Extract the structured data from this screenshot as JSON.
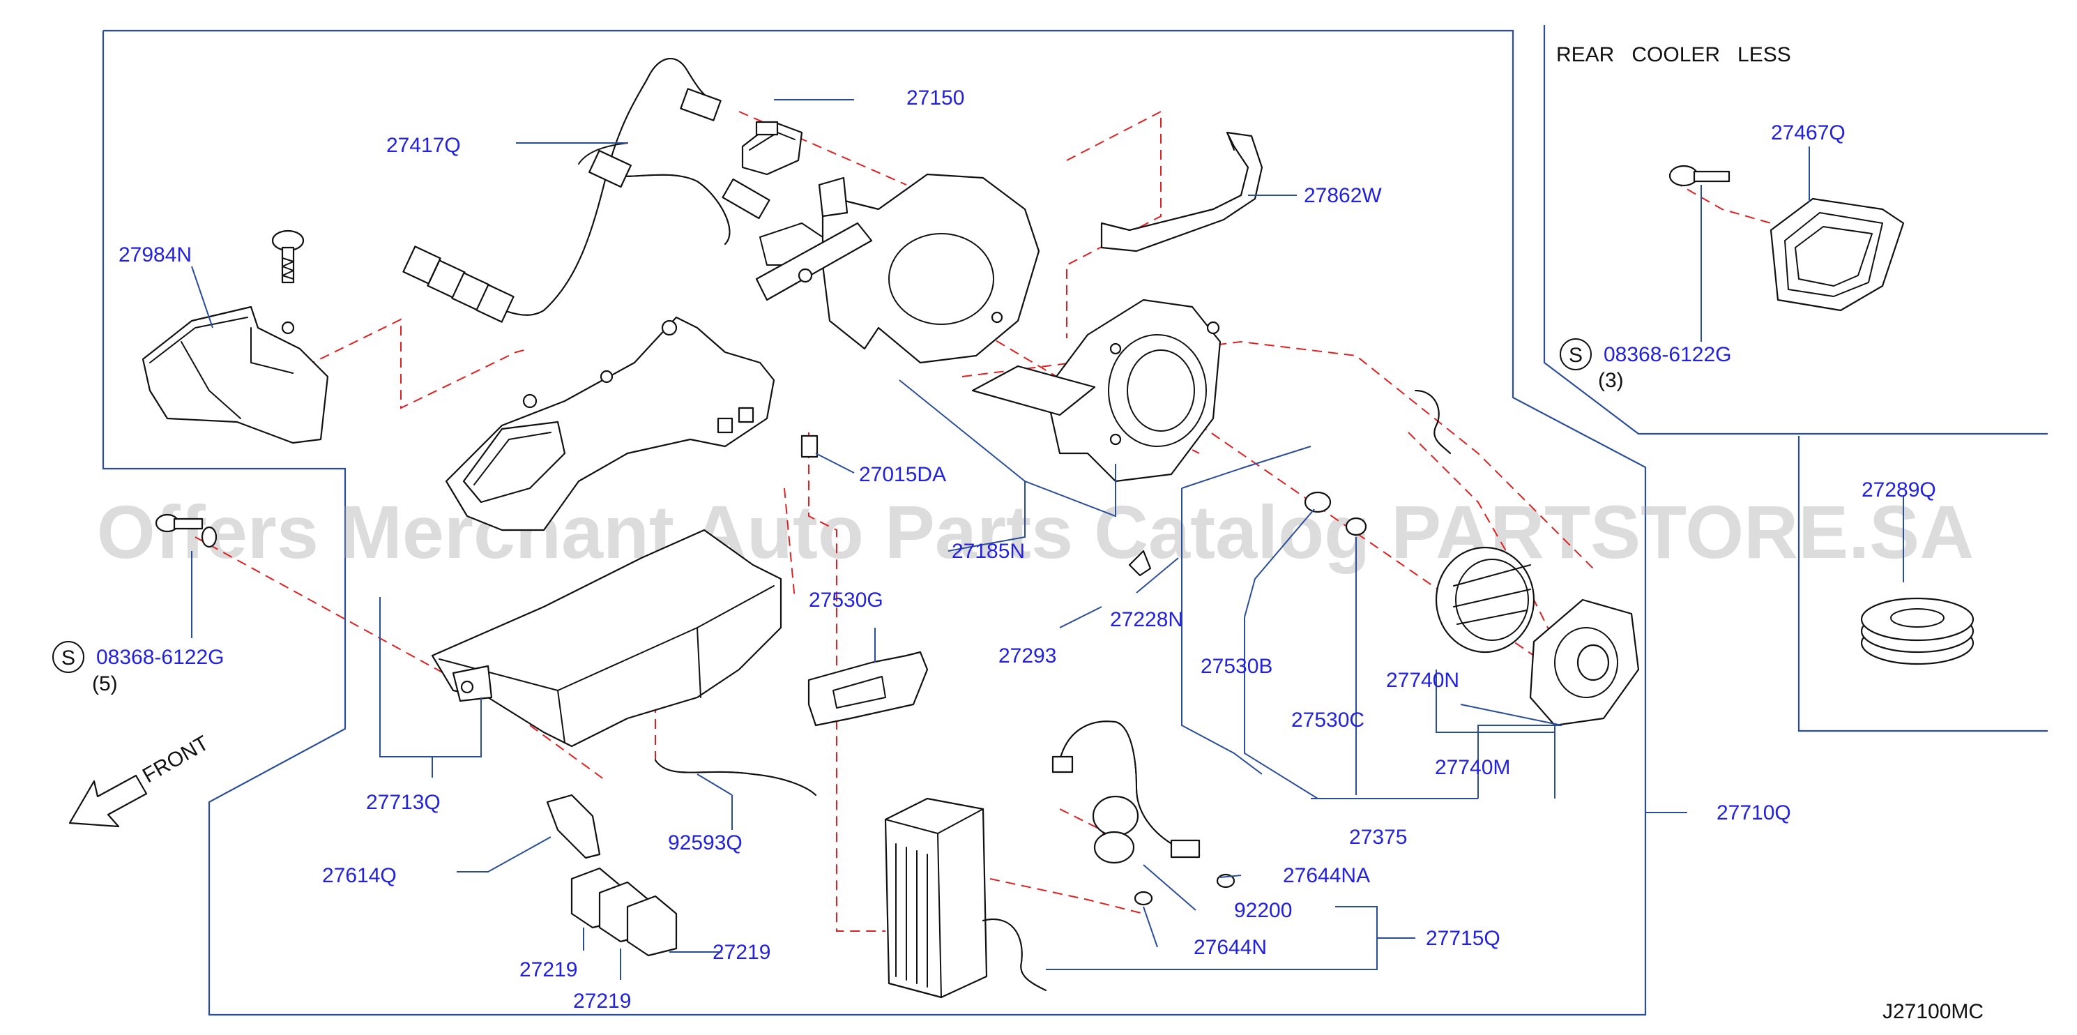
{
  "watermark": "Offers Merchant Auto Parts Catalog PARTSTORE.SA",
  "drawing_code": "J27100MC",
  "inset_title": "REAR   COOLER   LESS",
  "front_label": "FRONT",
  "screw_symbol": "S",
  "colors": {
    "label": "#2222dd",
    "leader": "#2a4d9a",
    "hidden_line": "#e02020",
    "part_line": "#111111"
  },
  "parts": {
    "p27150": "27150",
    "p27417Q": "27417Q",
    "p27862W": "27862W",
    "p27984N": "27984N",
    "p27015DA": "27015DA",
    "p27185N": "27185N",
    "p27228N": "27228N",
    "p27293": "27293",
    "p27530G": "27530G",
    "p27530B": "27530B",
    "p27530C": "27530C",
    "p27740N": "27740N",
    "p27740M": "27740M",
    "p27375": "27375",
    "p27710Q": "27710Q",
    "p27713Q": "27713Q",
    "p92593Q": "92593Q",
    "p27614Q": "27614Q",
    "p27219a": "27219",
    "p27219b": "27219",
    "p27219c": "27219",
    "p27644NA": "27644NA",
    "p92200": "92200",
    "p27644N": "27644N",
    "p27715Q": "27715Q",
    "p27467Q": "27467Q",
    "p27289Q": "27289Q",
    "screw_left": "08368-6122G",
    "screw_left_qty": "(5)",
    "screw_right": "08368-6122G",
    "screw_right_qty": "(3)"
  }
}
